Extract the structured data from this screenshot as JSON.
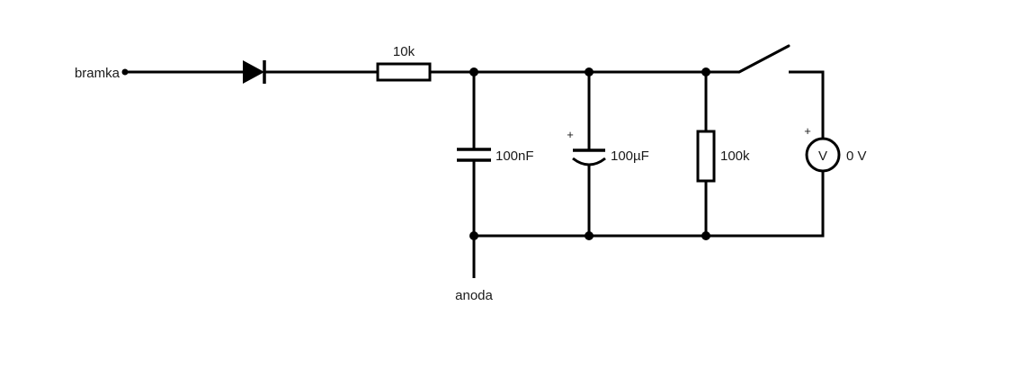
{
  "colors": {
    "wire": "#000000",
    "background": "#ffffff",
    "component_fill": "#ffffff"
  },
  "labels": {
    "input": "bramka",
    "output": "anoda"
  },
  "components": {
    "r1": {
      "value": "10k"
    },
    "c1": {
      "value": "100nF"
    },
    "c2": {
      "value": "100µF",
      "polarity": "+"
    },
    "r2": {
      "value": "100k"
    },
    "switch": {
      "state": "open"
    },
    "voltmeter": {
      "symbol": "V",
      "reading": "0 V",
      "polarity": "+"
    }
  }
}
